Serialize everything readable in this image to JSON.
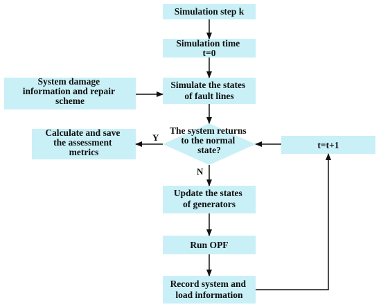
{
  "colors": {
    "box_fill": "#c9f0f7",
    "line": "#111111",
    "text": "#111111"
  },
  "nodes": {
    "sim_step": {
      "lines": [
        "Simulation step k"
      ]
    },
    "sim_time": {
      "lines": [
        "Simulation time",
        "t=0"
      ]
    },
    "damage_info": {
      "lines": [
        "System damage",
        "information and repair",
        "scheme"
      ]
    },
    "simulate_states": {
      "lines": [
        "Simulate the states",
        "of fault lines"
      ]
    },
    "calc_metrics": {
      "lines": [
        "Calculate and save",
        "the assessment",
        "metrics"
      ]
    },
    "decision": {
      "lines": [
        "The system returns",
        "to the normal",
        "state?"
      ]
    },
    "t_increment": {
      "lines": [
        "t=t+1"
      ]
    },
    "update_generators": {
      "lines": [
        "Update the states",
        "of generators"
      ]
    },
    "run_opf": {
      "lines": [
        "Run OPF"
      ]
    },
    "record_info": {
      "lines": [
        "Record system and",
        "load information"
      ]
    }
  },
  "labels": {
    "yes": "Y",
    "no": "N"
  }
}
